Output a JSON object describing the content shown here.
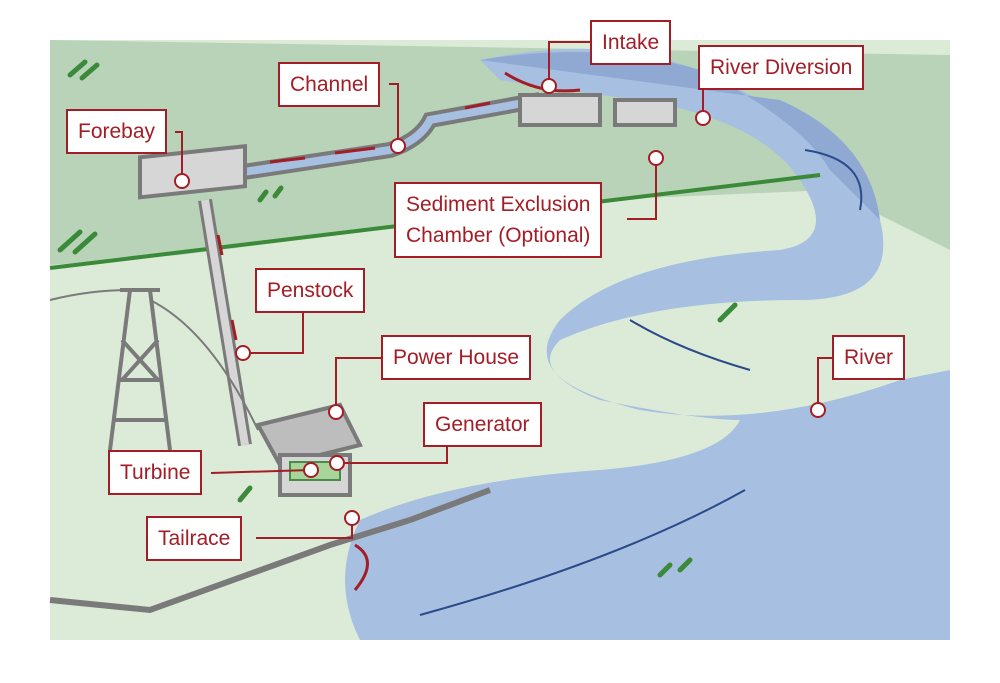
{
  "labels": {
    "intake": "Intake",
    "river_diversion": "River Diversion",
    "channel": "Channel",
    "forebay": "Forebay",
    "sediment_line1": "Sediment Exclusion",
    "sediment_line2": "Chamber (Optional)",
    "penstock": "Penstock",
    "power_house": "Power House",
    "generator": "Generator",
    "turbine": "Turbine",
    "tailrace": "Tailrace",
    "river": "River"
  },
  "colors": {
    "accent": "#a31d26",
    "land_dark": "#b9d3b8",
    "land_light": "#dcebd8",
    "water": "#a7bfe0",
    "structure": "#cfcfcf",
    "outline": "#7a7a7a",
    "grass": "#3a8a3a"
  }
}
